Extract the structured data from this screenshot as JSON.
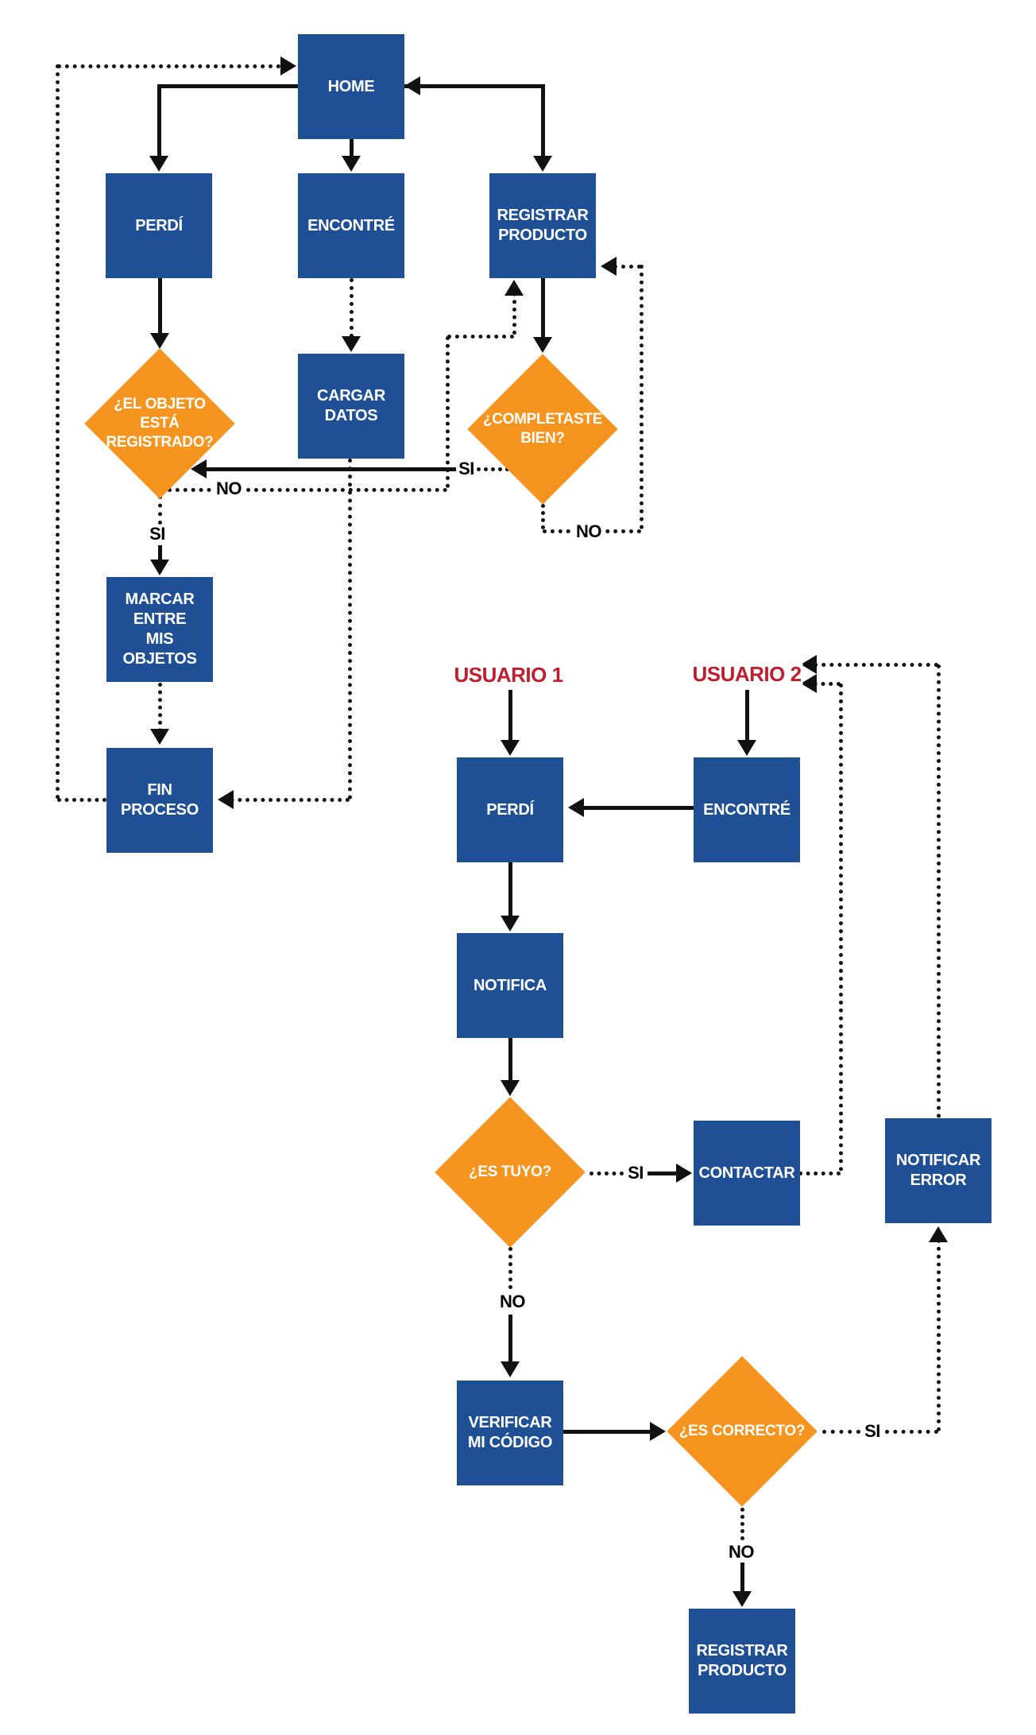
{
  "colors": {
    "node_blue": "#1F5096",
    "decision_orange": "#F5951F",
    "user_label_red": "#BE1E2D",
    "connector_black": "#111111",
    "node_text": "#FFFFFF",
    "background": "#FFFFFF"
  },
  "nodes": {
    "home": {
      "label": "HOME"
    },
    "perdi_1": {
      "label": "PERDÍ"
    },
    "encontre_1": {
      "label": "ENCONTRÉ"
    },
    "registrar_producto_1": {
      "label": "REGISTRAR\nPRODUCTO"
    },
    "cargar_datos": {
      "label": "CARGAR\nDATOS"
    },
    "marcar_objetos": {
      "label": "MARCAR\nENTRE\nMIS\nOBJETOS"
    },
    "fin_proceso": {
      "label": "FIN\nPROCESO"
    },
    "perdi_2": {
      "label": "PERDÍ"
    },
    "encontre_2": {
      "label": "ENCONTRÉ"
    },
    "notifica": {
      "label": "NOTIFICA"
    },
    "contactar": {
      "label": "CONTACTAR"
    },
    "notificar_error": {
      "label": "NOTIFICAR\nERROR"
    },
    "verificar_codigo": {
      "label": "VERIFICAR\nMI CÓDIGO"
    },
    "registrar_producto_2": {
      "label": "REGISTRAR\nPRODUCTO"
    }
  },
  "decisions": {
    "objeto_registrado": {
      "label": "¿EL OBJETO\nESTÁ\nREGISTRADO?"
    },
    "completaste_bien": {
      "label": "¿COMPLETASTE\nBIEN?"
    },
    "es_tuyo": {
      "label": "¿ES TUYO?"
    },
    "es_correcto": {
      "label": "¿ES CORRECTO?"
    }
  },
  "user_labels": {
    "usuario_1": "USUARIO 1",
    "usuario_2": "USUARIO 2"
  },
  "edge_labels": {
    "si_objeto_registrado": "SI",
    "no_objeto_registrado": "NO",
    "si_completaste": "SI",
    "no_completaste": "NO",
    "si_es_tuyo": "SI",
    "no_es_tuyo": "NO",
    "si_es_correcto": "SI",
    "no_es_correcto": "NO"
  }
}
